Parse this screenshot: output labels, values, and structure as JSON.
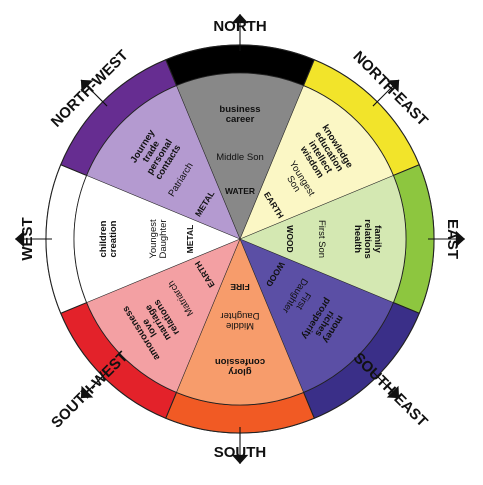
{
  "sectors": [
    {
      "direction": "NORTH",
      "ring_color": "#000000",
      "wedge_color": "#888888",
      "aspects": [
        "business",
        "career"
      ],
      "family": [
        "Middle Son"
      ],
      "element": "WATER"
    },
    {
      "direction": "NORTH-EAST",
      "ring_color": "#f2e42a",
      "wedge_color": "#fbf7c5",
      "aspects": [
        "knowledge",
        "education",
        "intellect",
        "wisdom"
      ],
      "family": [
        "Youngest",
        "Son"
      ],
      "element": "EARTH"
    },
    {
      "direction": "EAST",
      "ring_color": "#8dc63f",
      "wedge_color": "#d4e8b2",
      "aspects": [
        "family",
        "relations",
        "health"
      ],
      "family": [
        "First Son"
      ],
      "element": "WOOD"
    },
    {
      "direction": "SOUTH-EAST",
      "ring_color": "#3a2f88",
      "wedge_color": "#5b4fa5",
      "aspects": [
        "money",
        "riches",
        "prosperity"
      ],
      "family": [
        "First",
        "Daughter"
      ],
      "element": "WOOD"
    },
    {
      "direction": "SOUTH",
      "ring_color": "#f15a24",
      "wedge_color": "#f79c6b",
      "aspects": [
        "glory",
        "confession"
      ],
      "family": [
        "Middle",
        "Daughter"
      ],
      "element": "FIRE"
    },
    {
      "direction": "SOUTH-WEST",
      "ring_color": "#e3222a",
      "wedge_color": "#f3a0a3",
      "aspects": [
        "amorousness",
        "love",
        "marriage",
        "relations"
      ],
      "family": [
        "Matriarch"
      ],
      "element": "EARTH"
    },
    {
      "direction": "WEST",
      "ring_color": "#ffffff",
      "wedge_color": "#ffffff",
      "aspects": [
        "children",
        "creation"
      ],
      "family": [
        "Youngest",
        "Daughter"
      ],
      "element": "METAL"
    },
    {
      "direction": "NORTH-WEST",
      "ring_color": "#662d91",
      "wedge_color": "#b49ad0",
      "aspects": [
        "Journey",
        "trade",
        "personal",
        "contacts"
      ],
      "family": [
        "Patriarch"
      ],
      "element": "METAL"
    }
  ]
}
